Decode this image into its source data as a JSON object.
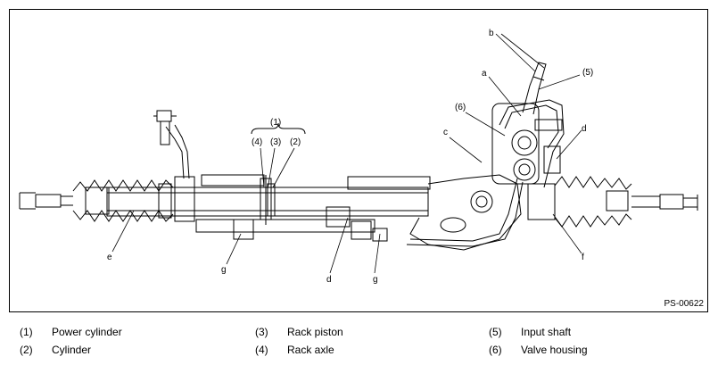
{
  "figure_id": "PS-00622",
  "callouts": {
    "bracket_1": "(1)",
    "n4": "(4)",
    "n3": "(3)",
    "n2": "(2)",
    "n5": "(5)",
    "n6": "(6)",
    "a": "a",
    "b": "b",
    "c": "c",
    "d_top": "d",
    "d_bottom": "d",
    "e": "e",
    "f": "f",
    "g_left": "g",
    "g_right": "g"
  },
  "legend": [
    {
      "num": "(1)",
      "name": "Power cylinder"
    },
    {
      "num": "(2)",
      "name": "Cylinder"
    },
    {
      "num": "(3)",
      "name": "Rack piston"
    },
    {
      "num": "(4)",
      "name": "Rack axle"
    },
    {
      "num": "(5)",
      "name": "Input shaft"
    },
    {
      "num": "(6)",
      "name": "Valve housing"
    }
  ]
}
